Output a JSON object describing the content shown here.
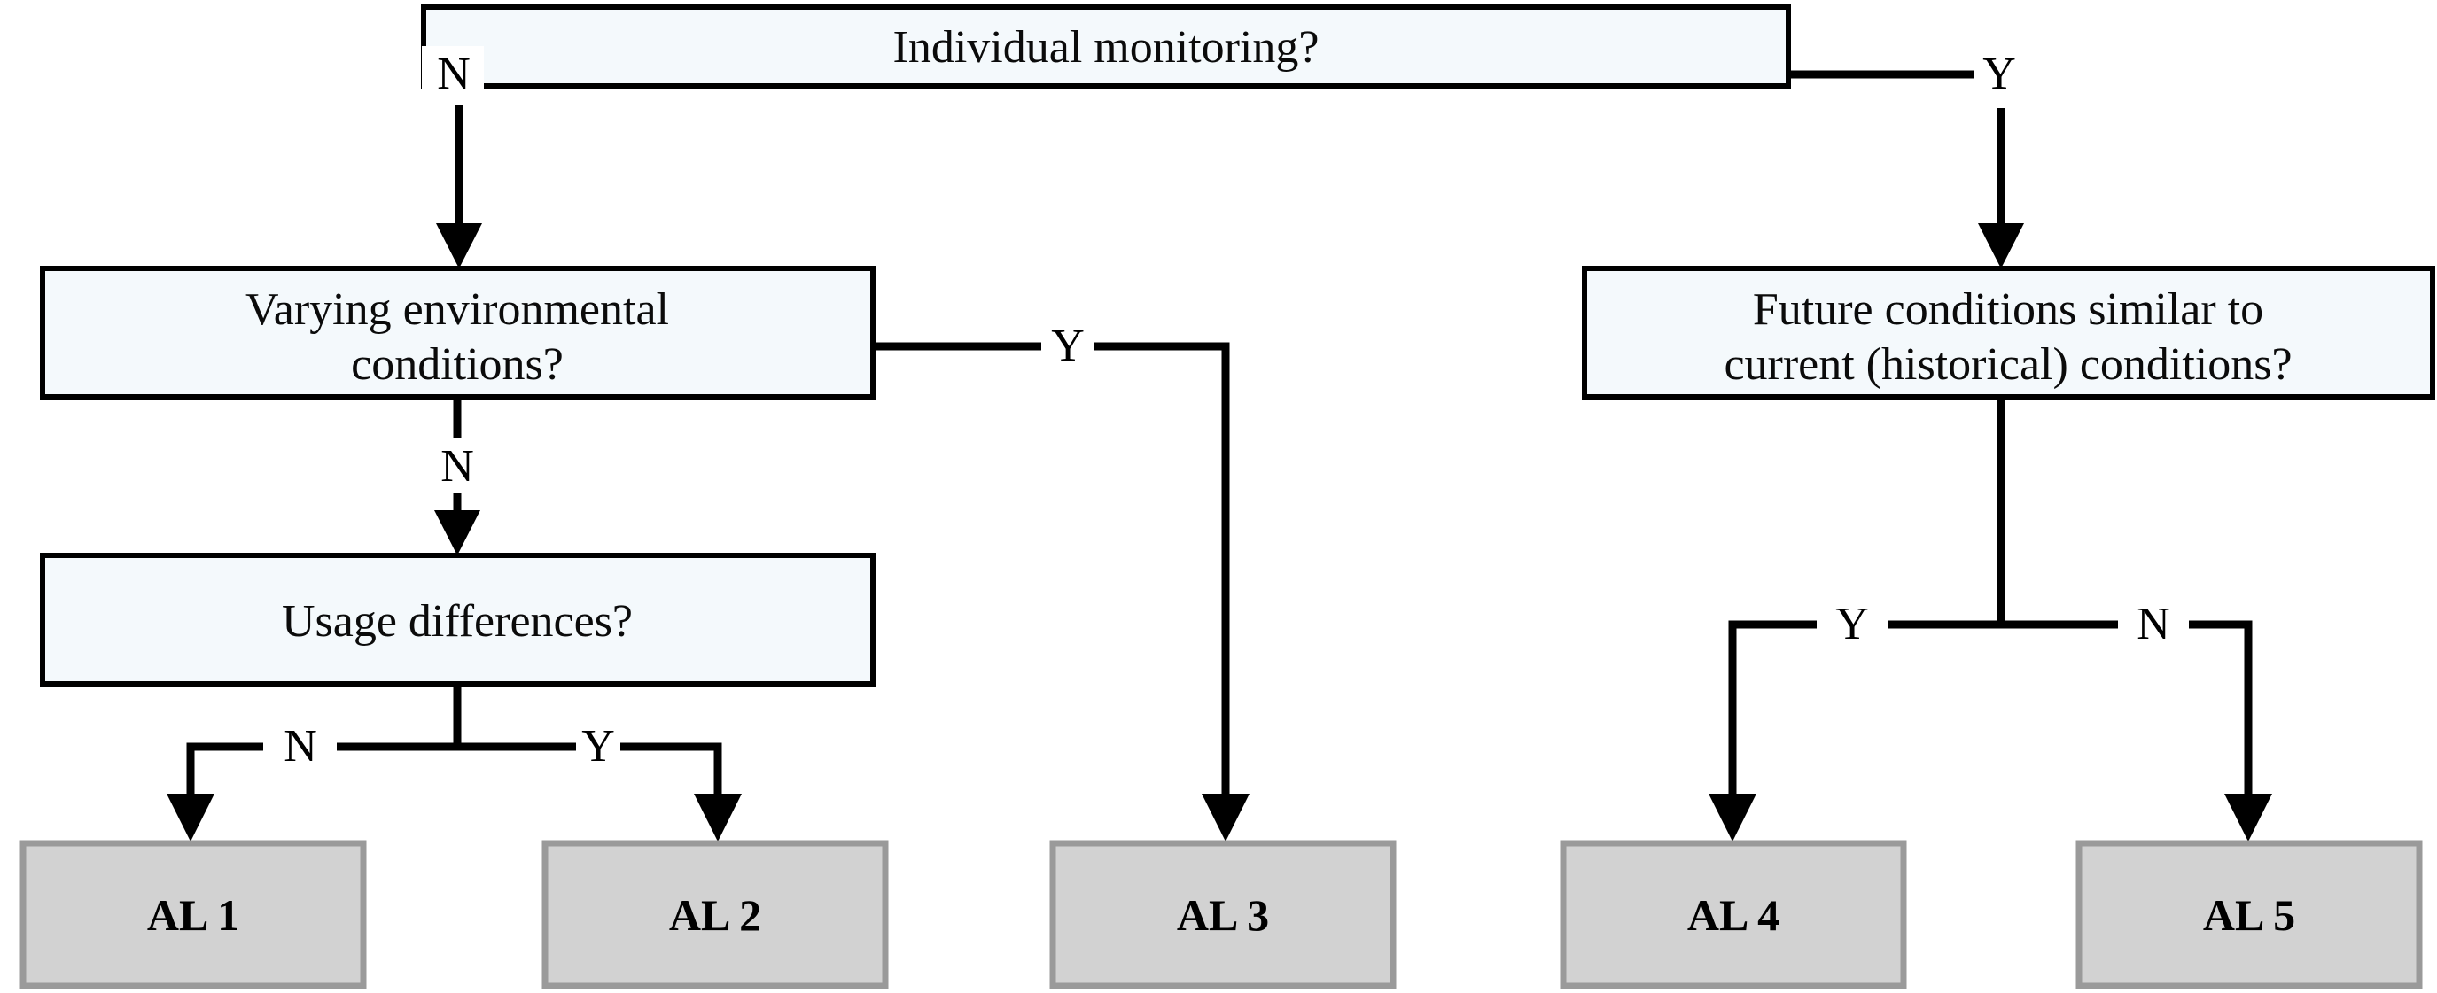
{
  "diagram": {
    "type": "decision-tree-flowchart",
    "colors": {
      "decision_fill": "#f4f9fc",
      "decision_stroke": "#000000",
      "outcome_fill": "#d2d2d2",
      "outcome_stroke": "#9a9a9a",
      "connector": "#000000",
      "background": "#ffffff"
    },
    "decisions": [
      {
        "id": "individual-monitoring",
        "text": "Individual monitoring?",
        "lines": [
          "Individual monitoring?"
        ]
      },
      {
        "id": "varying-environmental-conditions",
        "text": "Varying environmental conditions?",
        "lines": [
          "Varying environmental",
          "conditions?"
        ]
      },
      {
        "id": "usage-differences",
        "text": "Usage differences?",
        "lines": [
          "Usage differences?"
        ]
      },
      {
        "id": "future-conditions",
        "text": "Future conditions similar to current (historical) conditions?",
        "lines": [
          "Future conditions similar to",
          "current (historical) conditions?"
        ]
      }
    ],
    "outcomes": [
      {
        "id": "al-1",
        "label": "AL 1"
      },
      {
        "id": "al-2",
        "label": "AL 2"
      },
      {
        "id": "al-3",
        "label": "AL 3"
      },
      {
        "id": "al-4",
        "label": "AL 4"
      },
      {
        "id": "al-5",
        "label": "AL 5"
      }
    ],
    "branch_labels": {
      "individual_monitoring_no": "N",
      "individual_monitoring_yes": "Y",
      "varying_conditions_yes": "Y",
      "varying_conditions_no": "N",
      "usage_differences_no": "N",
      "usage_differences_yes": "Y",
      "future_conditions_yes": "Y",
      "future_conditions_no": "N"
    },
    "edges": [
      {
        "from": "individual-monitoring",
        "label": "N",
        "to": "varying-environmental-conditions"
      },
      {
        "from": "individual-monitoring",
        "label": "Y",
        "to": "future-conditions"
      },
      {
        "from": "varying-environmental-conditions",
        "label": "Y",
        "to": "al-3"
      },
      {
        "from": "varying-environmental-conditions",
        "label": "N",
        "to": "usage-differences"
      },
      {
        "from": "usage-differences",
        "label": "N",
        "to": "al-1"
      },
      {
        "from": "usage-differences",
        "label": "Y",
        "to": "al-2"
      },
      {
        "from": "future-conditions",
        "label": "Y",
        "to": "al-4"
      },
      {
        "from": "future-conditions",
        "label": "N",
        "to": "al-5"
      }
    ]
  }
}
